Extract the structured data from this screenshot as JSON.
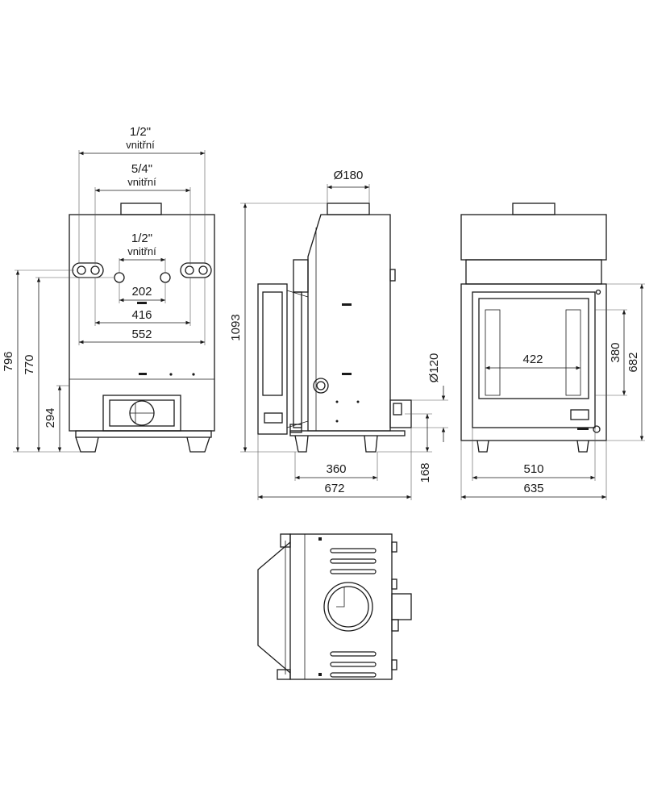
{
  "front_view": {
    "pipe_top": {
      "size": "1/2\"",
      "note": "vnitřní"
    },
    "pipe_mid": {
      "size": "5/4\"",
      "note": "vnitřní"
    },
    "pipe_inner": {
      "size": "1/2\"",
      "note": "vnitřní"
    },
    "dim_202": "202",
    "dim_416": "416",
    "dim_552": "552",
    "dim_796": "796",
    "dim_770": "770",
    "dim_294": "294"
  },
  "side_view": {
    "flue_diameter": "Ø180",
    "height": "1093",
    "air_inlet_diameter": "Ø120",
    "depth_feet": "360",
    "air_inlet_height": "168",
    "depth_total": "672"
  },
  "rear_view": {
    "glass_width": "422",
    "glass_height": "380",
    "door_height": "682",
    "door_width": "510",
    "width_total": "635"
  }
}
